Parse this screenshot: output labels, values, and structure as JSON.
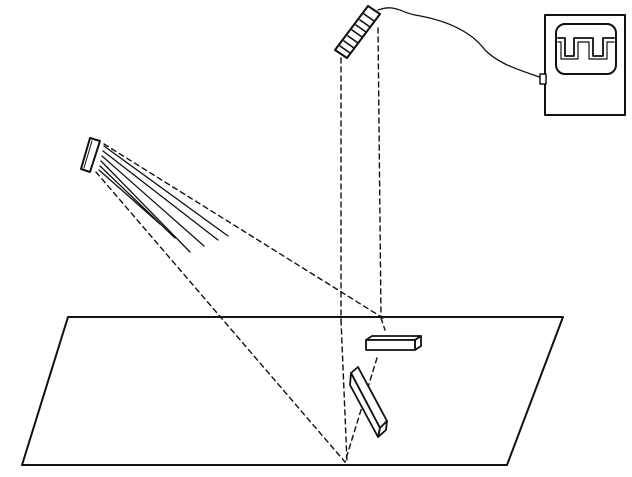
{
  "diagram": {
    "stroke_color": "#111111",
    "background_color": "#ffffff",
    "components": [
      "light-source",
      "light-rays",
      "sensor",
      "signal-wire",
      "oscilloscope",
      "surface-plane",
      "block-horizontal",
      "block-tilted"
    ]
  }
}
